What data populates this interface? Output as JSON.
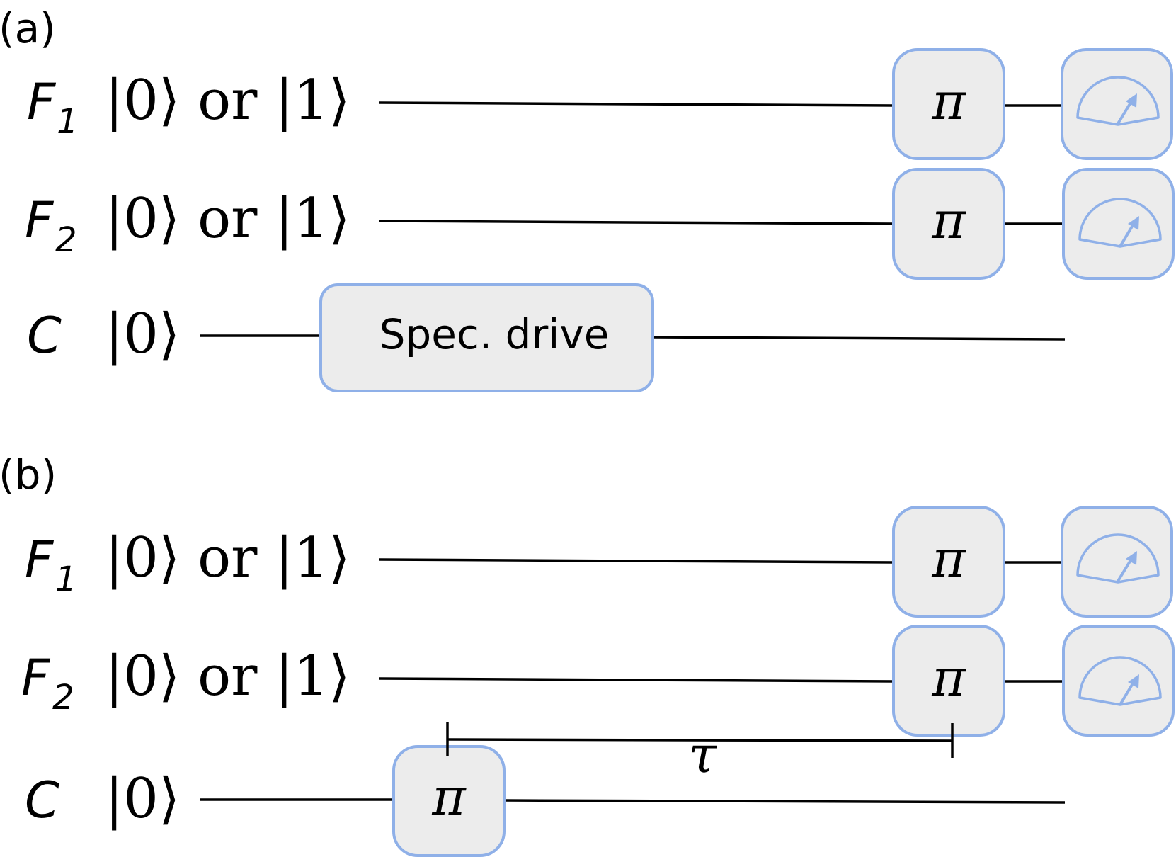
{
  "panels": [
    {
      "tag": "(a)",
      "qubits": [
        {
          "name": "F",
          "sub": "1",
          "ket": "|0⟩ or |1⟩"
        },
        {
          "name": "F",
          "sub": "2",
          "ket": "|0⟩ or |1⟩"
        },
        {
          "name": "C",
          "sub": "",
          "ket": "|0⟩"
        }
      ],
      "gates": {
        "f1": "π",
        "f2": "π",
        "c": "Spec. drive"
      }
    },
    {
      "tag": "(b)",
      "qubits": [
        {
          "name": "F",
          "sub": "1",
          "ket": "|0⟩ or |1⟩"
        },
        {
          "name": "F",
          "sub": "2",
          "ket": "|0⟩ or |1⟩"
        },
        {
          "name": "C",
          "sub": "",
          "ket": "|0⟩"
        }
      ],
      "gates": {
        "f1": "π",
        "f2": "π",
        "c": "π"
      },
      "delay_label": "τ"
    }
  ],
  "colors": {
    "gate_border": "#8fb0e8",
    "gate_fill": "#ececec",
    "wire": "#000000"
  },
  "icons": {
    "measurement": "meter-icon"
  }
}
